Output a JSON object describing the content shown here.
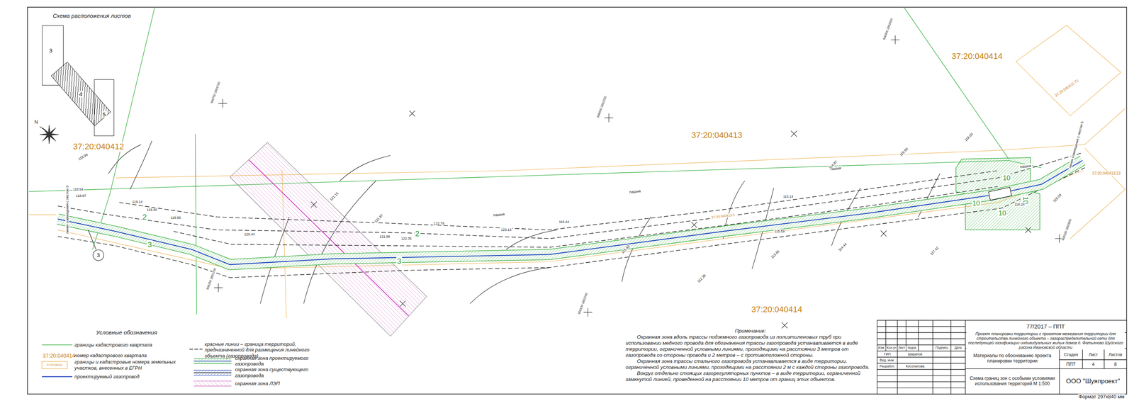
{
  "diagram": {
    "nodes": [
      {
        "text": [
          "3"
        ]
      },
      {
        "text": [
          "4"
        ]
      },
      {
        "text": [
          "5"
        ]
      },
      {
        "text": [
          "3"
        ]
      }
    ],
    "labels": [
      "Схема расположения листов",
      "N",
      "37:20:040412",
      "37:20:040413",
      "37:20:040414",
      "37:20:040411:71",
      "37:20:040413:23",
      "37:20:040413:1",
      "37:20:040414",
      "линия совмещения с листом 3",
      "линия совмещения с листом 5",
      "2",
      "3",
      "2",
      "3",
      "10",
      "10",
      "10",
      "10",
      "пашня",
      "пашня",
      "пашня",
      "пашня",
      "118.96",
      "118.54",
      "118.87",
      "119.14",
      "119.30",
      "119.56",
      "120.44",
      "121.15",
      "121.87",
      "121.98",
      "122.35",
      "122.79",
      "123.13",
      "116.44",
      "112.39",
      "113.65",
      "114.44",
      "115.93",
      "115.59",
      "115.14",
      "114.87",
      "116.60",
      "117.42",
      "118.00",
      "118.24",
      "119.03",
      "906750 2891700",
      "906600 2892250",
      "906900 2892600",
      "906300 2892800",
      "906100 2892200",
      "906250 2891700",
      "Условные обозначения",
      "37:20:040414",
      "37:20:040411",
      "Примечание:",
      "Охранная зона вдоль трассы подземного газопровода из полиэтиленовых труб при использовании медного провода для обозначения трассы газопровода устанавливается в виде территории, ограниченной условными линиями, проходящими на расстоянии 3 метров от газопровода со стороны провода и 2 метров – с противоположной стороны.",
      "Охранная зона трассы стального газопровода устанавливается в виде территории, ограниченной условными линиями, проходящими на расстоянии 2 м с каждой стороны газопровода.",
      "Вокруг отдельно стоящих газорегуляторных пунктов – в виде территории, ограниченной замкнутой линией, проведенной на расстоянии 10 метров от границ этих объектов.",
      "77/2017 – ППТ",
      "Проект планировки территории с проектом межевания территории для строительства линейного объекта – газораспределительной сети для последующей газификации индивидуальных жилых домов д. Фатьяново Шуйского района Ивановской области",
      "Изм.",
      "Кол.уч",
      "Лист",
      "№док.",
      "Подпись",
      "Дата",
      "ГИП",
      "Шарапов",
      "Вед. инж.",
      "Разработ.",
      "Косолапова",
      "Материалы по обоснованию проекта планировки территории",
      "Стадия",
      "Лист",
      "Листов",
      "ППТ",
      "4",
      "8",
      "Схема границ зон с особыми условиями использования территорий М 1:500",
      "ООО \"Шуяпроект\"",
      "Формат 297х840 мм"
    ],
    "legend": [
      {
        "text": "границы кадастрового квартала"
      },
      {
        "text": "номер кадастрового квартала"
      },
      {
        "text": "границы и кадастровые номера земельных участков, внесенных в ЕГРН"
      },
      {
        "text": "проектируемый газопровод"
      },
      {
        "text": "красные линии – граница территорий, предназначенной для размещения линейного объекта (газопровода)"
      },
      {
        "text": "охранная зона проектируемого газопровода"
      },
      {
        "text": "охранная зона существующего газопровода"
      },
      {
        "text": "охранная зона ЛЭП"
      }
    ]
  }
}
